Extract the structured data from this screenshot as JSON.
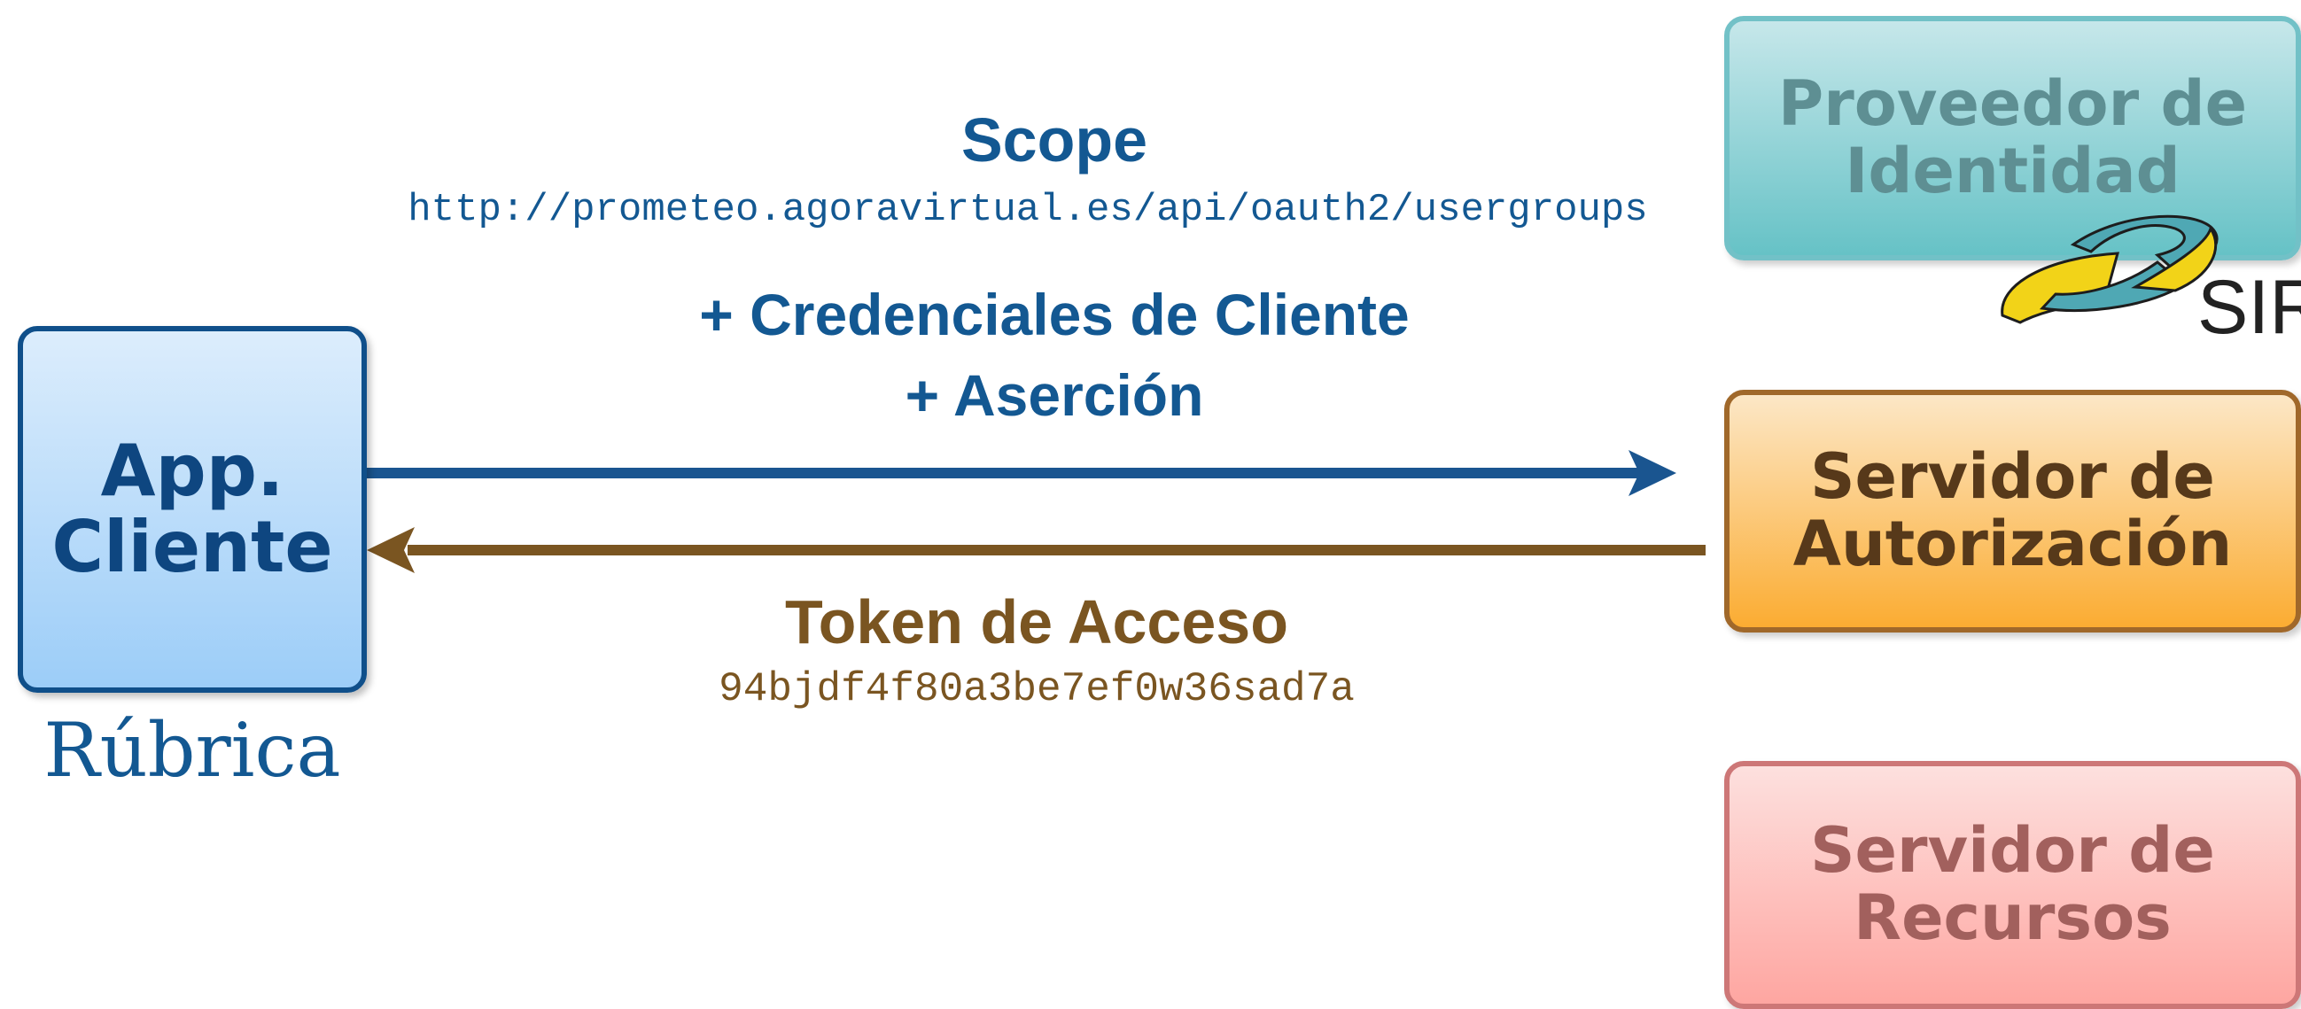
{
  "scope": {
    "title": "Scope",
    "url": "http://prometeo.agoravirtual.es/api/oauth2/usergroups"
  },
  "request": {
    "line1": "+ Credenciales de Cliente",
    "line2": "+ Aserción"
  },
  "response": {
    "title": "Token de Acceso",
    "token": "94bjdf4f80a3be7ef0w36sad7a"
  },
  "client": {
    "line1": "App.",
    "line2": "Cliente",
    "caption": "Rúbrica"
  },
  "identity_provider": {
    "line1": "Proveedor de",
    "line2": "Identidad",
    "logo_text": "SIR"
  },
  "auth_server": {
    "line1": "Servidor de",
    "line2": "Autorización"
  },
  "resource_server": {
    "line1": "Servidor de",
    "line2": "Recursos"
  },
  "colors": {
    "request_arrow": "#1a5590",
    "response_arrow": "#7a5521"
  }
}
